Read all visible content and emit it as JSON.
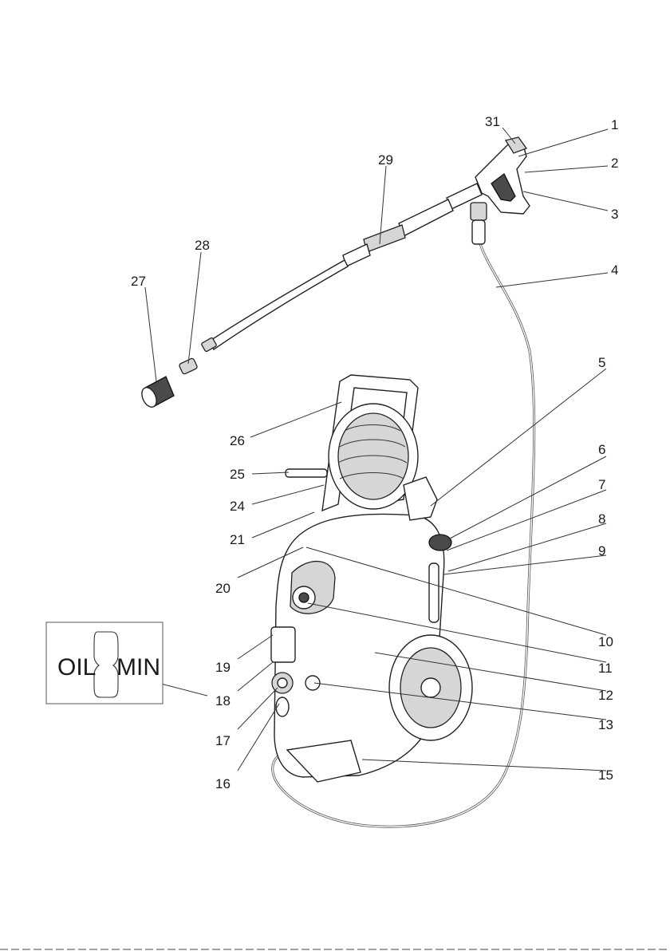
{
  "callouts": {
    "c1": "1",
    "c2": "2",
    "c3": "3",
    "c4": "4",
    "c5": "5",
    "c6": "6",
    "c7": "7",
    "c8": "8",
    "c9": "9",
    "c10": "10",
    "c11": "11",
    "c12": "12",
    "c13": "13",
    "c15": "15",
    "c16": "16",
    "c17": "17",
    "c18": "18",
    "c19": "19",
    "c20": "20",
    "c21": "21",
    "c24": "24",
    "c25": "25",
    "c26": "26",
    "c27": "27",
    "c28": "28",
    "c29": "29",
    "c31": "31"
  },
  "inset": {
    "left_label": "OIL",
    "right_label": "MIN"
  }
}
